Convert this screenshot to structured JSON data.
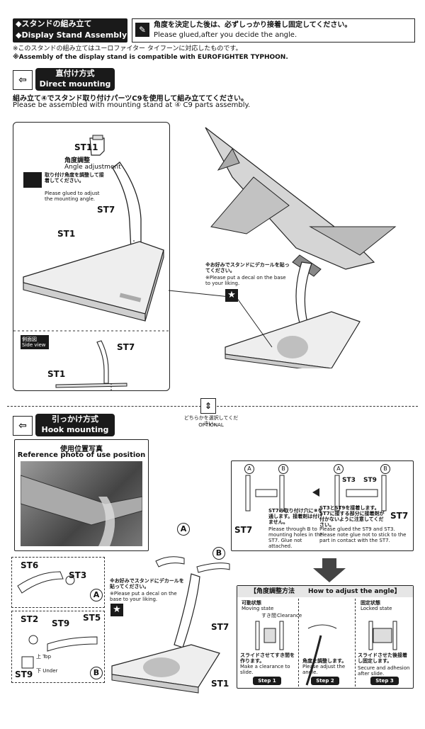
{
  "header": {
    "title_jp": "◆スタンドの組み立て",
    "title_en": "◆Display Stand Assembly",
    "notice_icon": "brush-glue-icon",
    "notice_jp": "角度を決定した後は、必ずしっかり接着し固定してください。",
    "notice_en": "Please glued,after you decide the angle.",
    "note_jp": "※このスタンドの組み立てはユーロファイター タイフーンに対応したものです。",
    "note_en": "※Assembly of the display stand is compatible with EUROFIGHTER TYPHOON."
  },
  "direct": {
    "tag_jp": "直付け方式",
    "tag_en": "Direct mounting",
    "instr_jp": "組み立て④でスタンド取り付けパーツC9を使用して組み立ててください。",
    "instr_en": "Please be assembled with mounting stand at ④ C9 parts assembly.",
    "st11": "ST11",
    "angle_jp": "角度調整",
    "angle_en": "Angle adjustment",
    "glue_jp": "取り付け角度を調整して接着してください。",
    "glue_en": "Please glued to adjust the mounting angle.",
    "st7": "ST7",
    "st1": "ST1",
    "side_jp": "側面図",
    "side_en": "Side view",
    "side_st7": "ST7",
    "side_st1": "ST1",
    "decal_jp": "※お好みでスタンドにデカールを貼ってください。",
    "decal_en": "※Please put a decal on the base to your liking."
  },
  "optional": {
    "jp": "どちらかを選択してください。",
    "en": "OPTIONAL"
  },
  "hook": {
    "tag_jp": "引っかけ方式",
    "tag_en": "Hook mounting",
    "ref_jp": "使用位置写真",
    "ref_en": "Reference photo of use position",
    "st6": "ST6",
    "st3": "ST3",
    "circleA": "A",
    "circleB": "B",
    "st2": "ST2",
    "st9": "ST9",
    "st5": "ST5",
    "top": "上 Top",
    "under": "下 Under",
    "st9b": "ST9",
    "decal_jp": "※お好みでスタンドにデカールを貼ってください。",
    "decal_en": "※Please put a decal on the base to your liking.",
    "st7": "ST7",
    "st1": "ST1"
  },
  "detail": {
    "st7_left": "ST7",
    "st7_jp": "ST7の取り付け穴に⑧を通します。接着剤は付けません。",
    "st7_en": "Please through B to mounting holes in the ST7. Glue not attached.",
    "st3": "ST3",
    "st9": "ST9",
    "st7_right": "ST7",
    "glue_jp": "ST3とST9を接着します。ST7に接する部分に接着剤が付かないように注意してください。",
    "glue_en": "Please glued the ST9 and ST3. Please note glue not to stick to the part in contact with the ST7."
  },
  "angle": {
    "title_jp": "【角度調整方法",
    "title_en": "How to adjust the angle】",
    "moving_jp": "可動状態",
    "moving_en": "Moving state",
    "clear_jp": "すき間",
    "clear_en": "Clearance",
    "slide_jp": "スライドさせてすき間を作ります。",
    "slide_en": "Make a clearance to slide.",
    "step1": "Step 1",
    "adj_jp": "角度を調整します。",
    "adj_en": "Please adjust the angle.",
    "step2": "Step 2",
    "locked_jp": "固定状態",
    "locked_en": "Locked state",
    "secure_jp": "スライドさせた後接着し固定します。",
    "secure_en": "Secure and adhesion after slide.",
    "step3": "Step 3"
  }
}
